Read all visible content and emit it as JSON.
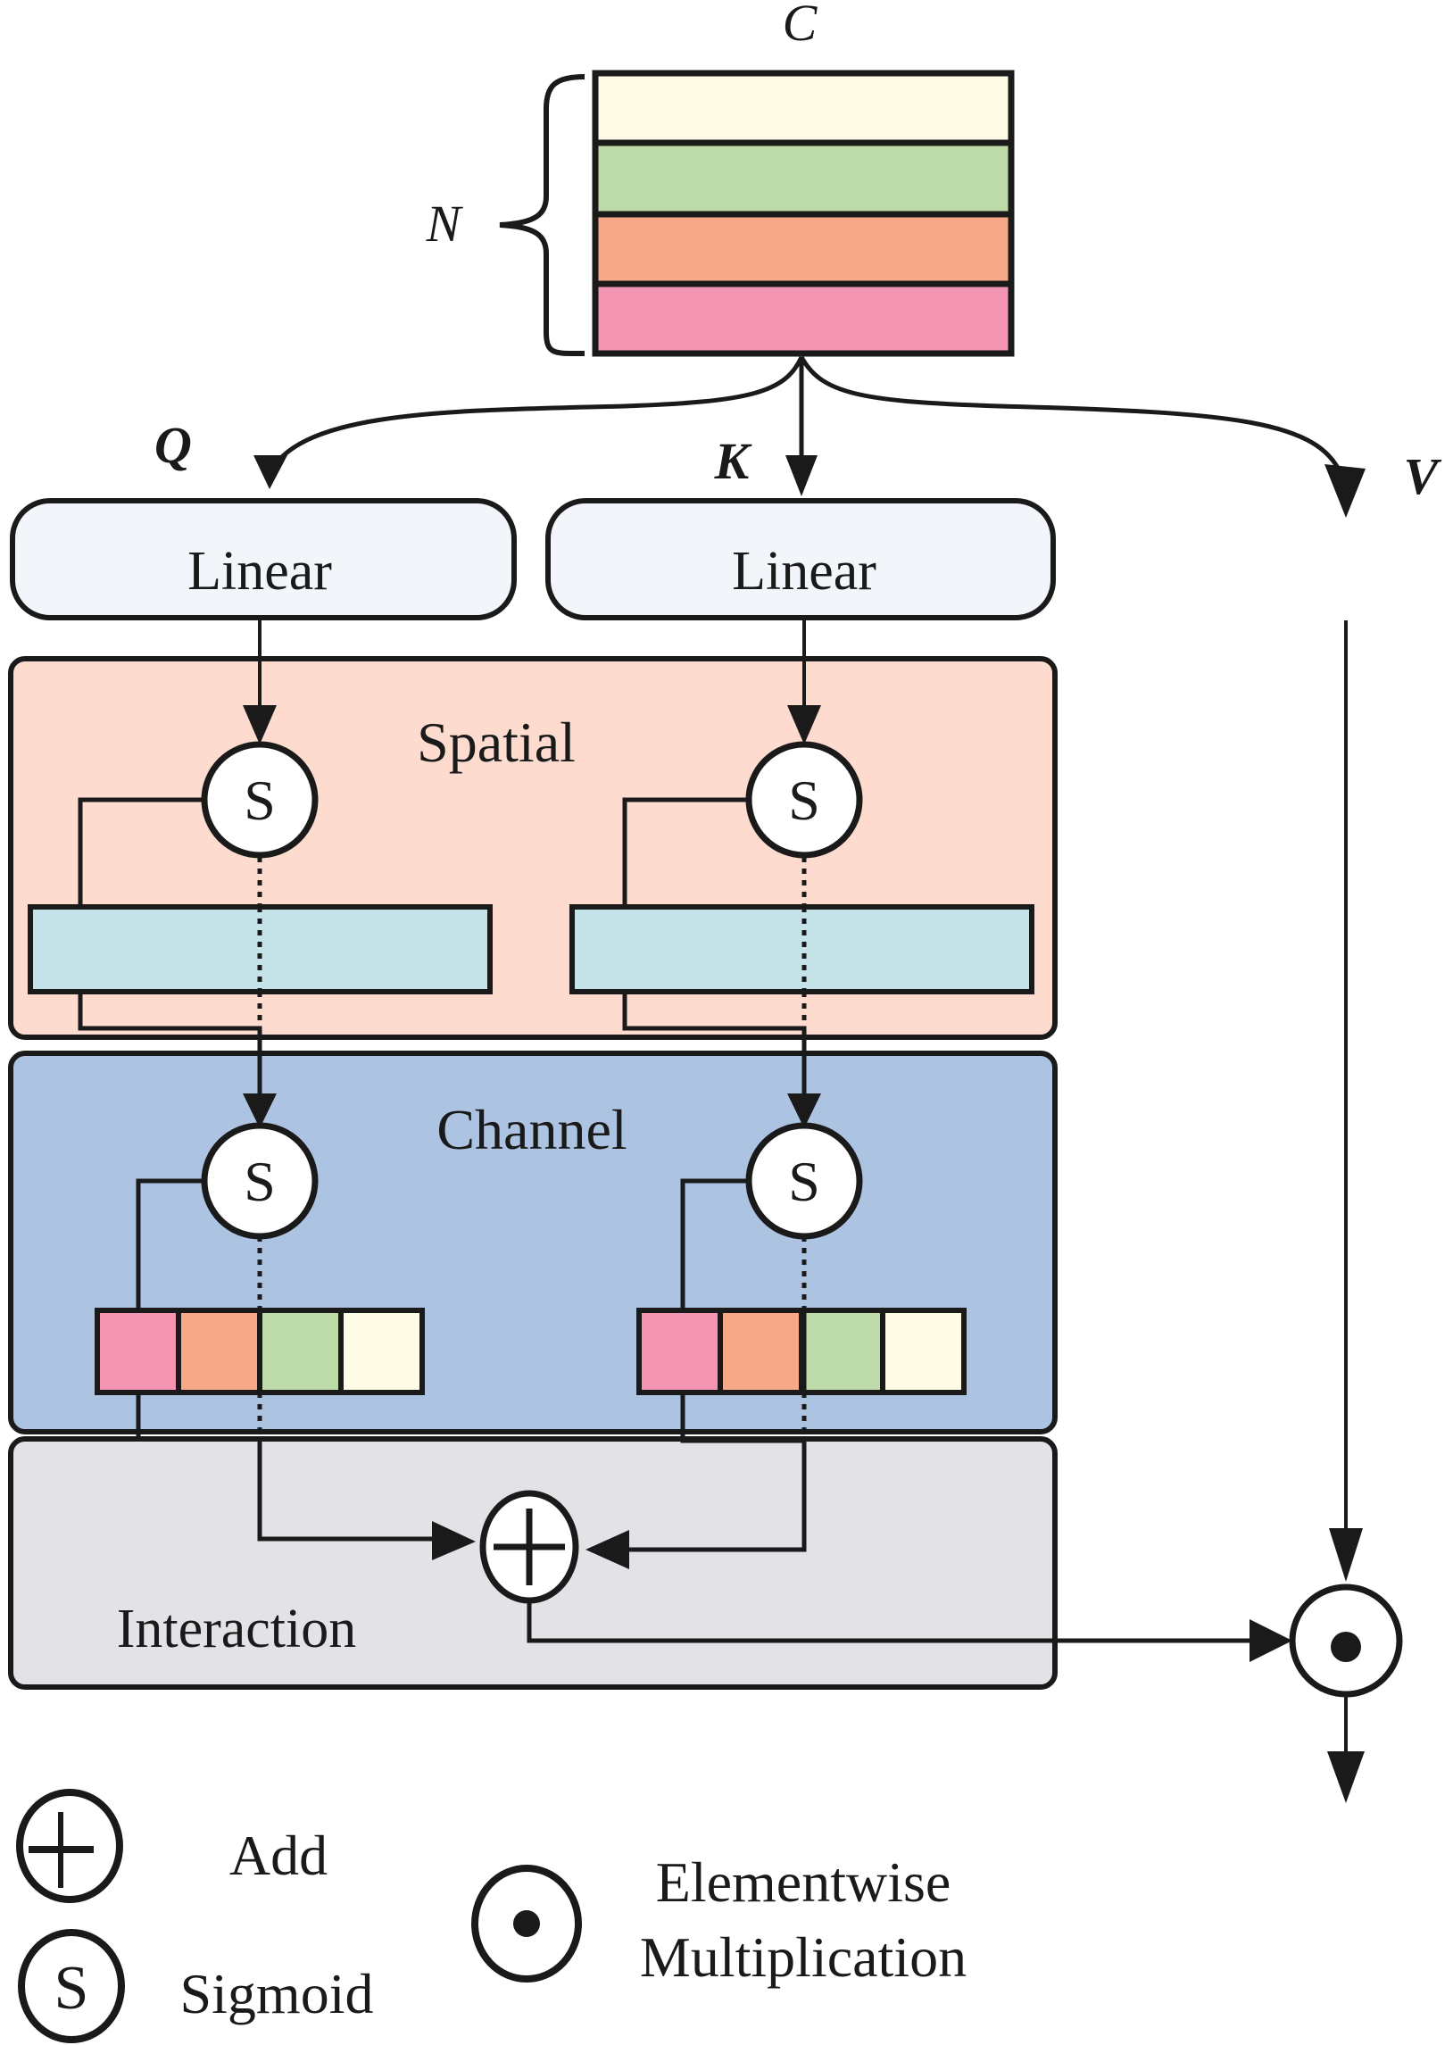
{
  "diagram": {
    "input": {
      "width_label": "C",
      "height_label": "N",
      "rows": [
        {
          "name": "row-1",
          "color": "#fdfbe3"
        },
        {
          "name": "row-2",
          "color": "#bddba9"
        },
        {
          "name": "row-3",
          "color": "#f6a888"
        },
        {
          "name": "row-4",
          "color": "#f395b2"
        }
      ]
    },
    "branches": {
      "q_label": "Q",
      "k_label": "K",
      "v_label": "V"
    },
    "linear_blocks": [
      {
        "label": "Linear"
      },
      {
        "label": "Linear"
      }
    ],
    "sections": {
      "spatial": {
        "label": "Spatial",
        "color": "#fddccf"
      },
      "channel": {
        "label": "Channel",
        "color": "#adc3e2"
      },
      "interaction": {
        "label": "Interaction",
        "color": "#e3e2e6"
      }
    },
    "sigmoid_symbol": "S",
    "spatial_bar_color": "#c4e3e8",
    "channel_cells": [
      {
        "color": "#f395b2"
      },
      {
        "color": "#f6a888"
      },
      {
        "color": "#bddba9"
      },
      {
        "color": "#fdfbe3"
      }
    ],
    "linear_fill": "#f2f6fa",
    "stroke_color": "#1a1a1a"
  },
  "legend": {
    "add": "Add",
    "sigmoid": "Sigmoid",
    "sigmoid_symbol": "S",
    "elementwise_line1": "Elementwise",
    "elementwise_line2": "Multiplication"
  }
}
